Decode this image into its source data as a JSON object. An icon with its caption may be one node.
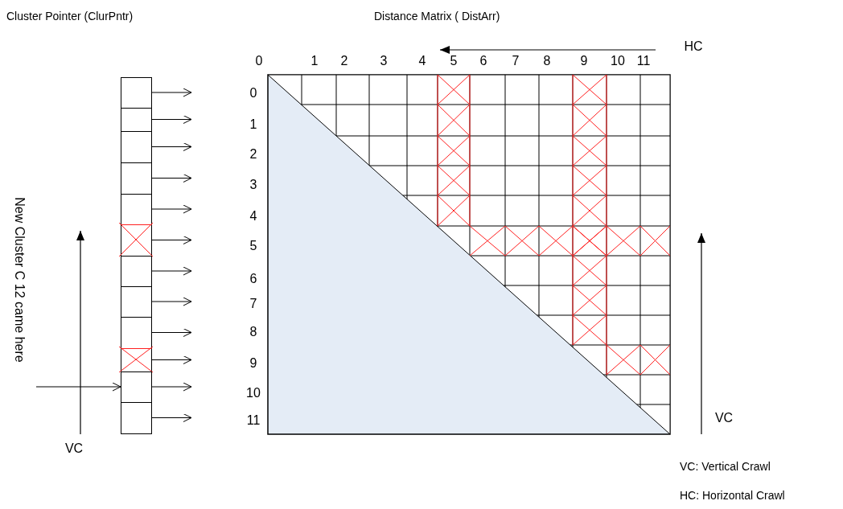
{
  "diagram": {
    "nodes": [
      {
        "text": [],
        "shape": "box"
      },
      {
        "text": [],
        "shape": "box"
      },
      {
        "text": [],
        "shape": "box"
      },
      {
        "text": [],
        "shape": "box"
      },
      {
        "text": [],
        "shape": "box"
      },
      {
        "text": [],
        "shape": "box"
      },
      {
        "text": [],
        "shape": "box"
      },
      {
        "text": [],
        "shape": "box"
      },
      {
        "text": [],
        "shape": "box"
      },
      {
        "text": [],
        "shape": "box"
      },
      {
        "text": [],
        "shape": "box"
      },
      {
        "text": [],
        "shape": "box"
      }
    ],
    "edges": [
      {
        "from": 0,
        "to": null,
        "arrow": "to"
      },
      {
        "from": 1,
        "to": null,
        "arrow": "to"
      },
      {
        "from": 2,
        "to": null,
        "arrow": "to"
      },
      {
        "from": 3,
        "to": null,
        "arrow": "to"
      },
      {
        "from": 4,
        "to": null,
        "arrow": "to"
      },
      {
        "from": 5,
        "to": null,
        "arrow": "to"
      },
      {
        "from": 6,
        "to": null,
        "arrow": "to"
      },
      {
        "from": 7,
        "to": null,
        "arrow": "to"
      },
      {
        "from": 8,
        "to": null,
        "arrow": "to"
      },
      {
        "from": 9,
        "to": null,
        "arrow": "to"
      },
      {
        "from": 10,
        "to": null,
        "arrow": "to"
      },
      {
        "from": 11,
        "to": null,
        "arrow": "to"
      },
      {
        "from": null,
        "to": 10,
        "arrow": "to"
      }
    ],
    "labels": [
      "Cluster Pointer (ClurPntr)",
      "Distance Matrix ( DistArr)",
      "HC",
      "0",
      "1",
      "2",
      "3",
      "4",
      "5",
      "6",
      "7",
      "8",
      "9",
      "10",
      "11",
      "0",
      "1",
      "2",
      "3",
      "4",
      "5",
      "6",
      "7",
      "8",
      "9",
      "10",
      "11",
      "New Cluster C 12 came here",
      "VC",
      "VC",
      "VC: Vertical Crawl",
      "HC: Horizontal Crawl"
    ]
  }
}
